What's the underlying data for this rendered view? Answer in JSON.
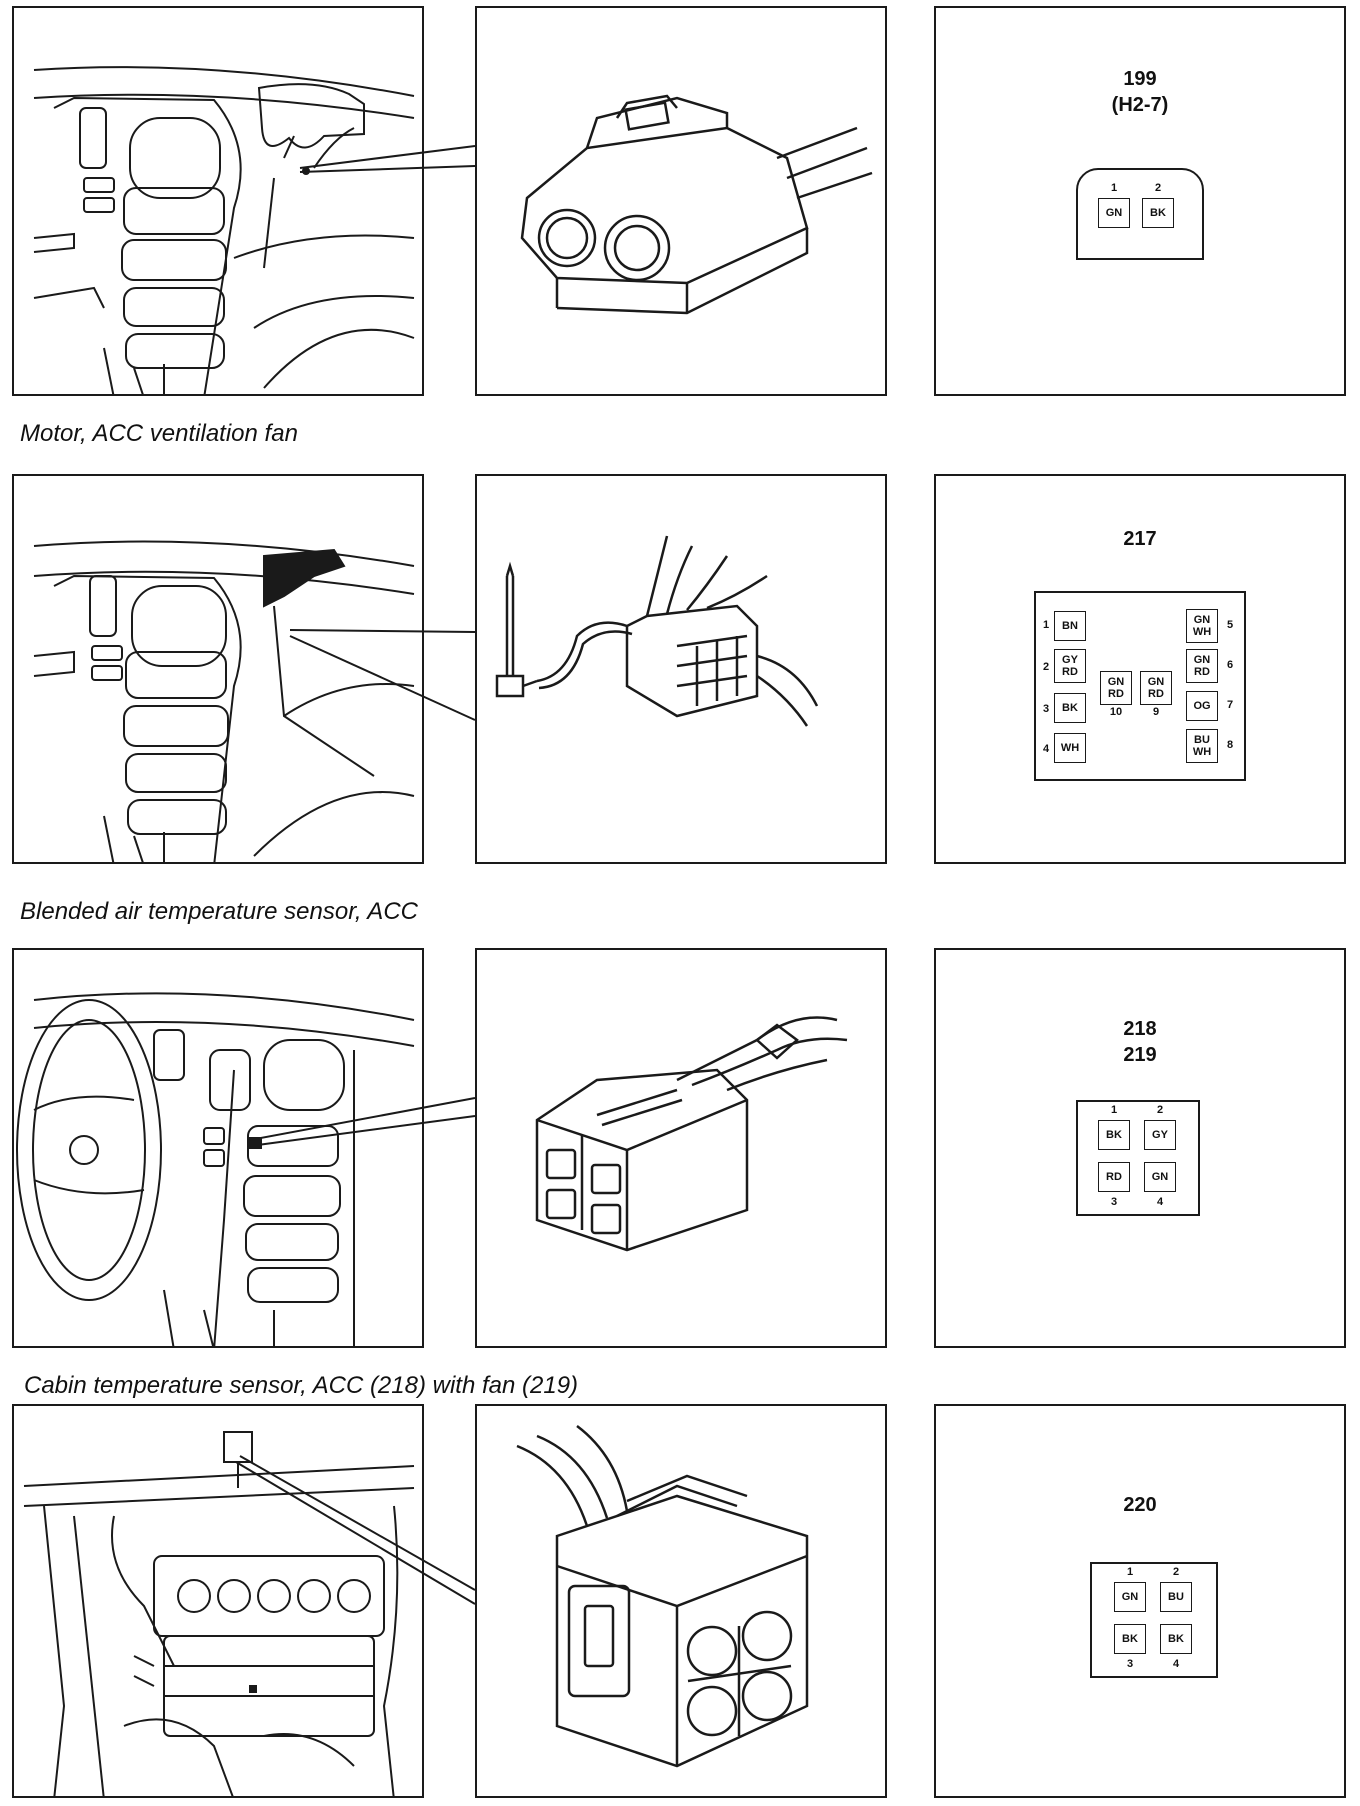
{
  "captions": {
    "row1": "Motor, ACC ventilation fan",
    "row2": "Blended air temperature sensor, ACC",
    "row3": "Cabin temperature sensor, ACC (218) with fan (219)"
  },
  "connectors": {
    "c199": {
      "line1": "199",
      "line2": "(H2-7)",
      "pins": [
        {
          "num": "1",
          "color": "GN"
        },
        {
          "num": "2",
          "color": "BK"
        }
      ]
    },
    "c217": {
      "line1": "217",
      "pins": [
        {
          "num": "1",
          "color": "BN"
        },
        {
          "num": "2",
          "color": "GY RD"
        },
        {
          "num": "3",
          "color": "BK"
        },
        {
          "num": "4",
          "color": "WH"
        },
        {
          "num": "5",
          "color": "GN WH"
        },
        {
          "num": "6",
          "color": "GN RD"
        },
        {
          "num": "7",
          "color": "OG"
        },
        {
          "num": "8",
          "color": "BU WH"
        },
        {
          "num": "9",
          "color": "GN RD"
        },
        {
          "num": "10",
          "color": "GN RD"
        }
      ]
    },
    "c218": {
      "line1": "218",
      "line2": "219",
      "pins": [
        {
          "num": "1",
          "color": "BK"
        },
        {
          "num": "2",
          "color": "GY"
        },
        {
          "num": "3",
          "color": "RD"
        },
        {
          "num": "4",
          "color": "GN"
        }
      ]
    },
    "c220": {
      "line1": "220",
      "pins": [
        {
          "num": "1",
          "color": "GN"
        },
        {
          "num": "2",
          "color": "BU"
        },
        {
          "num": "3",
          "color": "BK"
        },
        {
          "num": "4",
          "color": "BK"
        }
      ]
    }
  }
}
